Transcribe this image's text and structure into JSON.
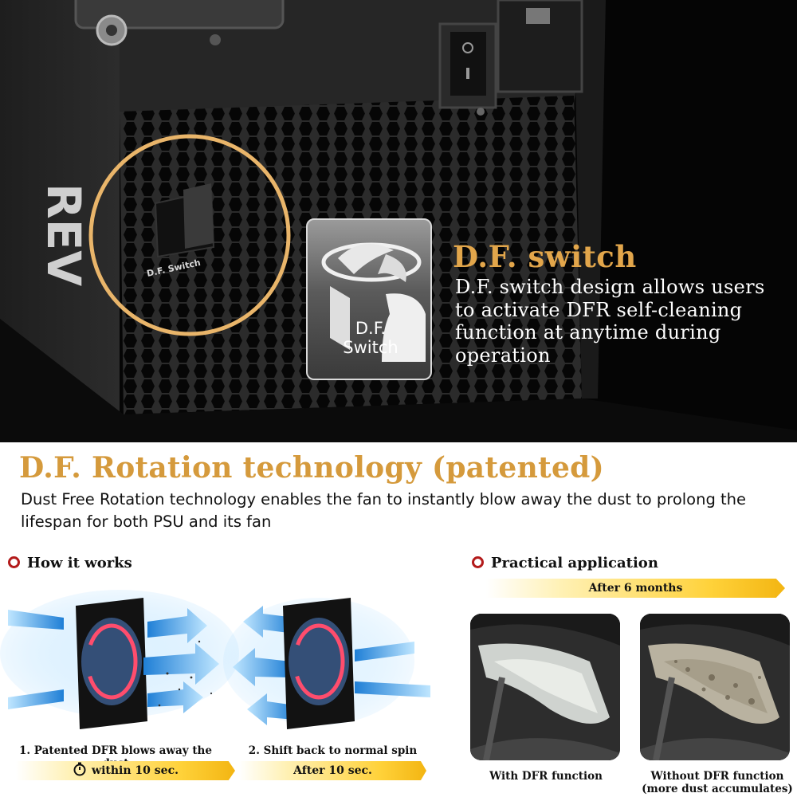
{
  "hero": {
    "brand_partial": "REV",
    "switch_label": "D.F. Switch",
    "badge_lines": [
      "D.F.",
      "Switch"
    ],
    "title": "D.F. switch",
    "description": "D.F. switch design allows users to activate DFR self-cleaning function at anytime during operation"
  },
  "rotation": {
    "title": "D.F. Rotation technology (patented)",
    "description": "Dust Free Rotation technology enables the fan to instantly blow away the dust to prolong the lifespan for both PSU and its fan"
  },
  "how_it_works": {
    "heading": "How it works",
    "step1_caption": "1. Patented DFR  blows away the dust",
    "step1_time": "within 10 sec.",
    "step2_caption": "2. Shift back to normal spin",
    "step2_time": "After 10 sec."
  },
  "practical": {
    "heading": "Practical application",
    "period": "After 6 months",
    "with_label": "With DFR function",
    "without_label_line1": "Without DFR function",
    "without_label_line2": "(more dust accumulates)"
  },
  "colors": {
    "gold_title": "#e2a64b",
    "bullet_red": "#b31b1b",
    "ribbon_yellow": "#ffd23a"
  },
  "icons": [
    "stopwatch-icon",
    "fan-icon",
    "airflow-arrow-icon",
    "bullet-circle-icon"
  ]
}
